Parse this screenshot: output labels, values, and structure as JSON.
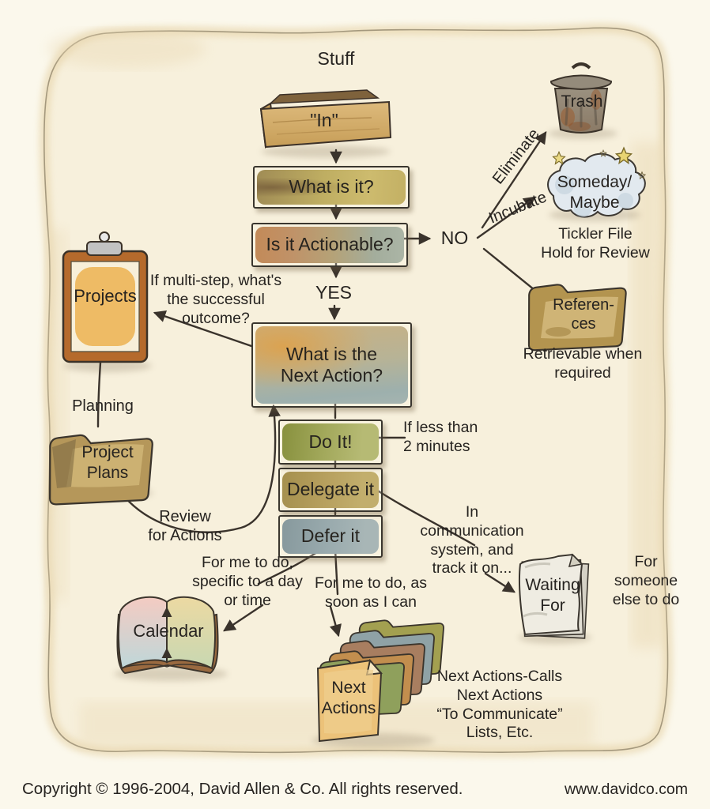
{
  "page": {
    "title": "Stuff",
    "copyright": "Copyright © 1996-2004, David Allen & Co. All rights reserved.",
    "website": "www.davidco.com"
  },
  "nodes": {
    "in_tray": "\"In\"",
    "what_is_it": "What is it?",
    "is_it_actionable": "Is it Actionable?",
    "no": "NO",
    "yes": "YES",
    "next_action": "What is the\nNext Action?",
    "do_it": "Do It!",
    "delegate_it": "Delegate it",
    "defer_it": "Defer it",
    "trash": "Trash",
    "someday_maybe": "Someday/\nMaybe",
    "references": "Referen-\nces",
    "projects": "Projects",
    "project_plans": "Project\nPlans",
    "calendar": "Calendar",
    "next_actions": "Next\nActions",
    "waiting_for": "Waiting\nFor"
  },
  "annotations": {
    "eliminate": "Eliminate",
    "incubate": "Incubate",
    "tickler": "Tickler File\nHold for Review",
    "retrievable": "Retrievable when\nrequired",
    "multi_step": "If multi-step, what's\nthe successful\noutcome?",
    "planning": "Planning",
    "review_for_actions": "Review\nfor Actions",
    "less_than_2": "If less than\n2 minutes",
    "in_comm": "In\ncommunication\nsystem, and\ntrack it on...",
    "for_me_day": "For me to do,\nspecific to a day\nor time",
    "for_me_soon": "For me to do, as\nsoon as I can",
    "for_someone": "For\nsomeone\nelse to do",
    "lists": "Next Actions-Calls\nNext Actions\n“To Communicate”\nLists, Etc."
  },
  "icons": [
    "in-tray-icon",
    "trash-can-icon",
    "someday-cloud-icon",
    "stars-icon",
    "references-folder-icon",
    "projects-clipboard-icon",
    "project-plans-folder-icon",
    "calendar-book-icon",
    "waiting-for-papers-icon",
    "next-actions-folders-icon"
  ],
  "colors": {
    "paper": "#f7f0dc",
    "page_background": "#fbf8ec",
    "ink": "#3a332c",
    "box_olive": "#bfae62",
    "box_orange_gray": "#c38a58",
    "box_next_action": "#9db0ad",
    "box_do_it": "#a3a95c",
    "box_delegate": "#b7a05e",
    "box_defer": "#9aabae",
    "wood": "#d1ab66",
    "folder_tan": "#bb9c5c",
    "clipboard_orange": "#b56a2c",
    "cloud_blue": "#e2e9ef"
  }
}
